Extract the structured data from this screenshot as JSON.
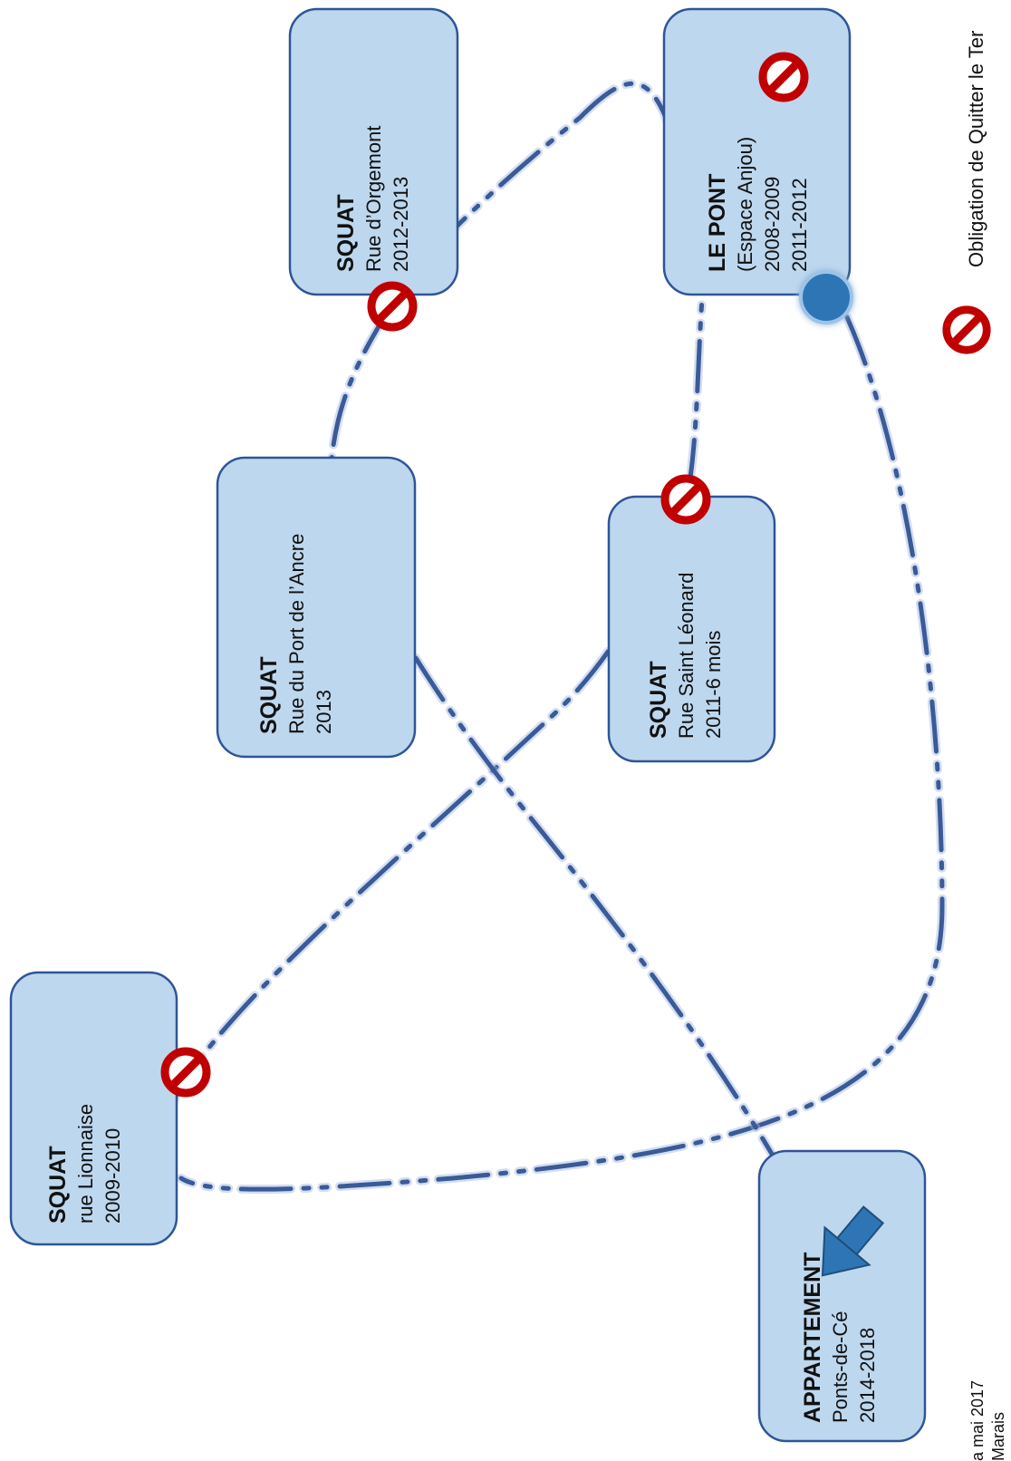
{
  "boxes": {
    "squat_orgemont": {
      "title": "SQUAT",
      "lines": [
        "Rue d’Orgemont",
        "2012-2013"
      ]
    },
    "le_pont": {
      "title": "LE PONT",
      "lines": [
        "(Espace Anjou)",
        "2008-2009",
        "2011-2012"
      ]
    },
    "squat_port_ancre": {
      "title": "SQUAT",
      "lines": [
        "Rue du Port de l’Ancre",
        "2013"
      ]
    },
    "squat_saint_leonard": {
      "title": "SQUAT",
      "lines": [
        "Rue Saint Léonard",
        "2011-6 mois"
      ]
    },
    "squat_lionnaise": {
      "title": "SQUAT",
      "lines": [
        "rue Lionnaise",
        "2009-2010"
      ]
    },
    "appartement": {
      "title": "APPARTEMENT",
      "lines": [
        "Ponts-de-Cé",
        "2014-2018"
      ]
    }
  },
  "legend": {
    "label": "Obligation de Quitter le Ter",
    "icon": "no-entry-icon"
  },
  "credit": {
    "line1": "a mai 2017",
    "line2": "Marais"
  },
  "colors": {
    "box_fill": "#bdd7ee",
    "box_stroke": "#2f5597",
    "path": "#3a5a98",
    "no_entry_red": "#c00000",
    "start_dot": "#2e75b6"
  }
}
